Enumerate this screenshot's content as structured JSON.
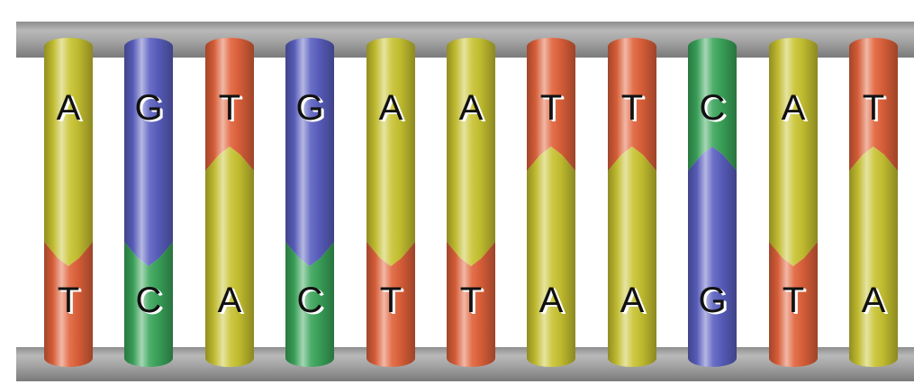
{
  "colors": {
    "A": "#c8c330",
    "T": "#e0613a",
    "G": "#5a5fc0",
    "C": "#3aa55a",
    "backbone": "#9a9a9a"
  },
  "pairs": [
    {
      "top": "A",
      "bottom": "T"
    },
    {
      "top": "G",
      "bottom": "C"
    },
    {
      "top": "T",
      "bottom": "A"
    },
    {
      "top": "G",
      "bottom": "C"
    },
    {
      "top": "A",
      "bottom": "T"
    },
    {
      "top": "A",
      "bottom": "T"
    },
    {
      "top": "T",
      "bottom": "A"
    },
    {
      "top": "T",
      "bottom": "A"
    },
    {
      "top": "C",
      "bottom": "G"
    },
    {
      "top": "A",
      "bottom": "T"
    },
    {
      "top": "T",
      "bottom": "A"
    }
  ]
}
